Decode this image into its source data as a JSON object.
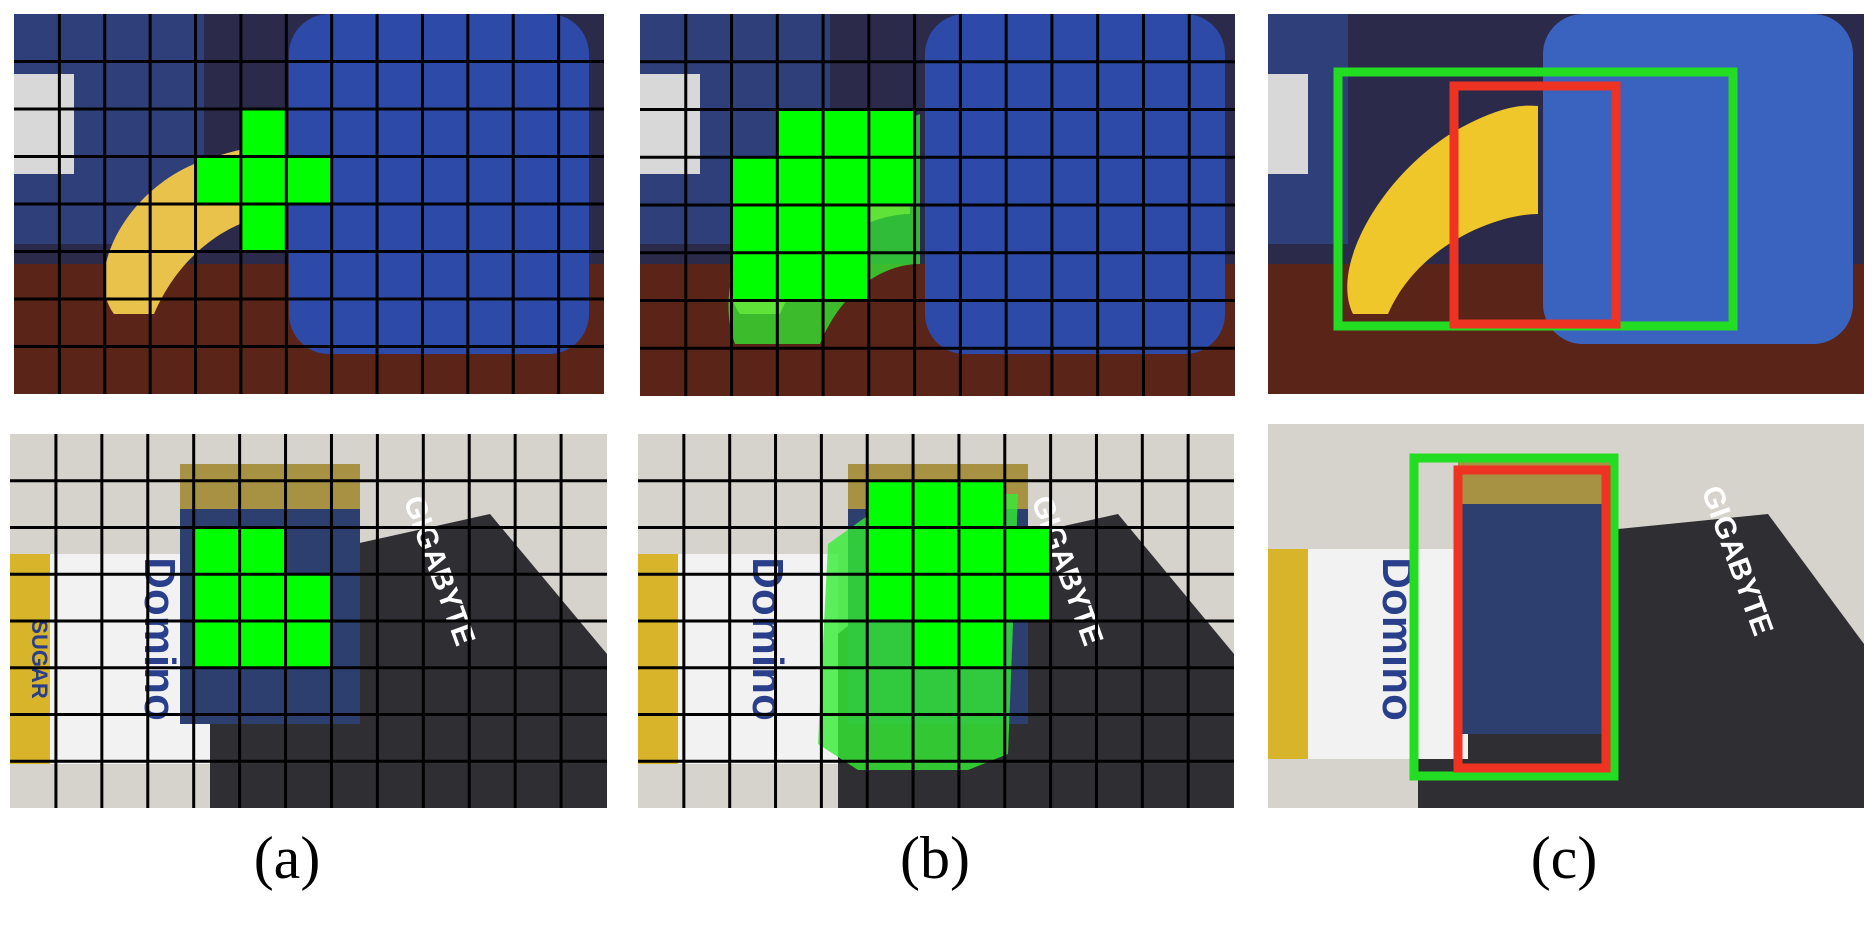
{
  "captions": {
    "a": "(a)",
    "b": "(b)",
    "c": "(c)"
  },
  "colors": {
    "grid_line": "#000000",
    "cell_highlight": "#00ff00",
    "projected_shape": "#33ee33",
    "box_green": "#22dd22",
    "box_red": "#ee3322"
  },
  "product_text": {
    "domino_brand": "Domino",
    "sugar": "SUGAR",
    "gigabyte": "GIGABYTE"
  }
}
